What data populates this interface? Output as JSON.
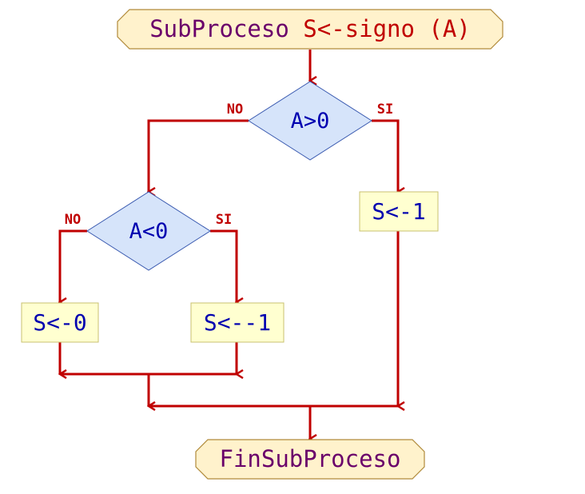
{
  "diagram": {
    "start": {
      "keyword": "SubProceso",
      "signature": "S<-signo (A)"
    },
    "end": {
      "label": "FinSubProceso"
    },
    "decision_outer": {
      "condition": "A>0",
      "no_label": "NO",
      "yes_label": "SI"
    },
    "decision_inner": {
      "condition": "A<0",
      "no_label": "NO",
      "yes_label": "SI"
    },
    "assign_positive": {
      "text": "S<-1"
    },
    "assign_zero": {
      "text": "S<-0"
    },
    "assign_negative": {
      "text": "S<--1"
    }
  },
  "colors": {
    "arrow": "#c00000",
    "keyword_text": "#6a006a",
    "signature_text": "#c00000",
    "process_text": "#0000b0",
    "terminal_fill": "#fff2cc",
    "terminal_stroke": "#b08a3a",
    "process_fill": "#ffffd0",
    "process_stroke": "#c8c070",
    "decision_fill": "#d6e4fa",
    "decision_stroke": "#3a5ab0"
  }
}
